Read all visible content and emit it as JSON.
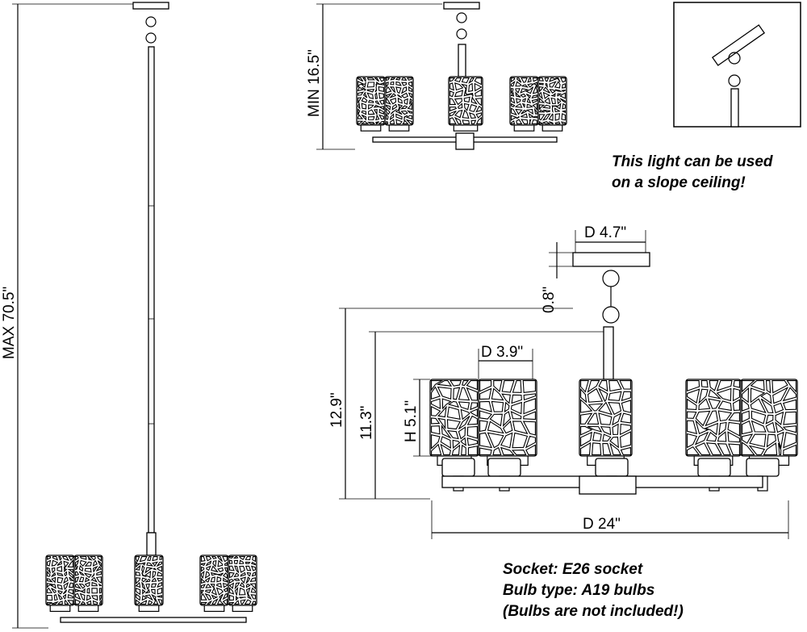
{
  "dimensions": {
    "max_height": "MAX 70.5\"",
    "min_height": "MIN 16.5\"",
    "canopy_diameter": "D 4.7\"",
    "canopy_height": "0.8\"",
    "overall_height": "12.9\"",
    "body_height": "11.3\"",
    "shade_diameter": "D 3.9\"",
    "shade_height": "H 5.1\"",
    "overall_diameter": "D 24\""
  },
  "slope_note": [
    "This light can be used",
    "on a slope ceiling!"
  ],
  "specs": [
    "Socket: E26 socket",
    "Bulb type: A19 bulbs",
    "(Bulbs are not included!)"
  ]
}
